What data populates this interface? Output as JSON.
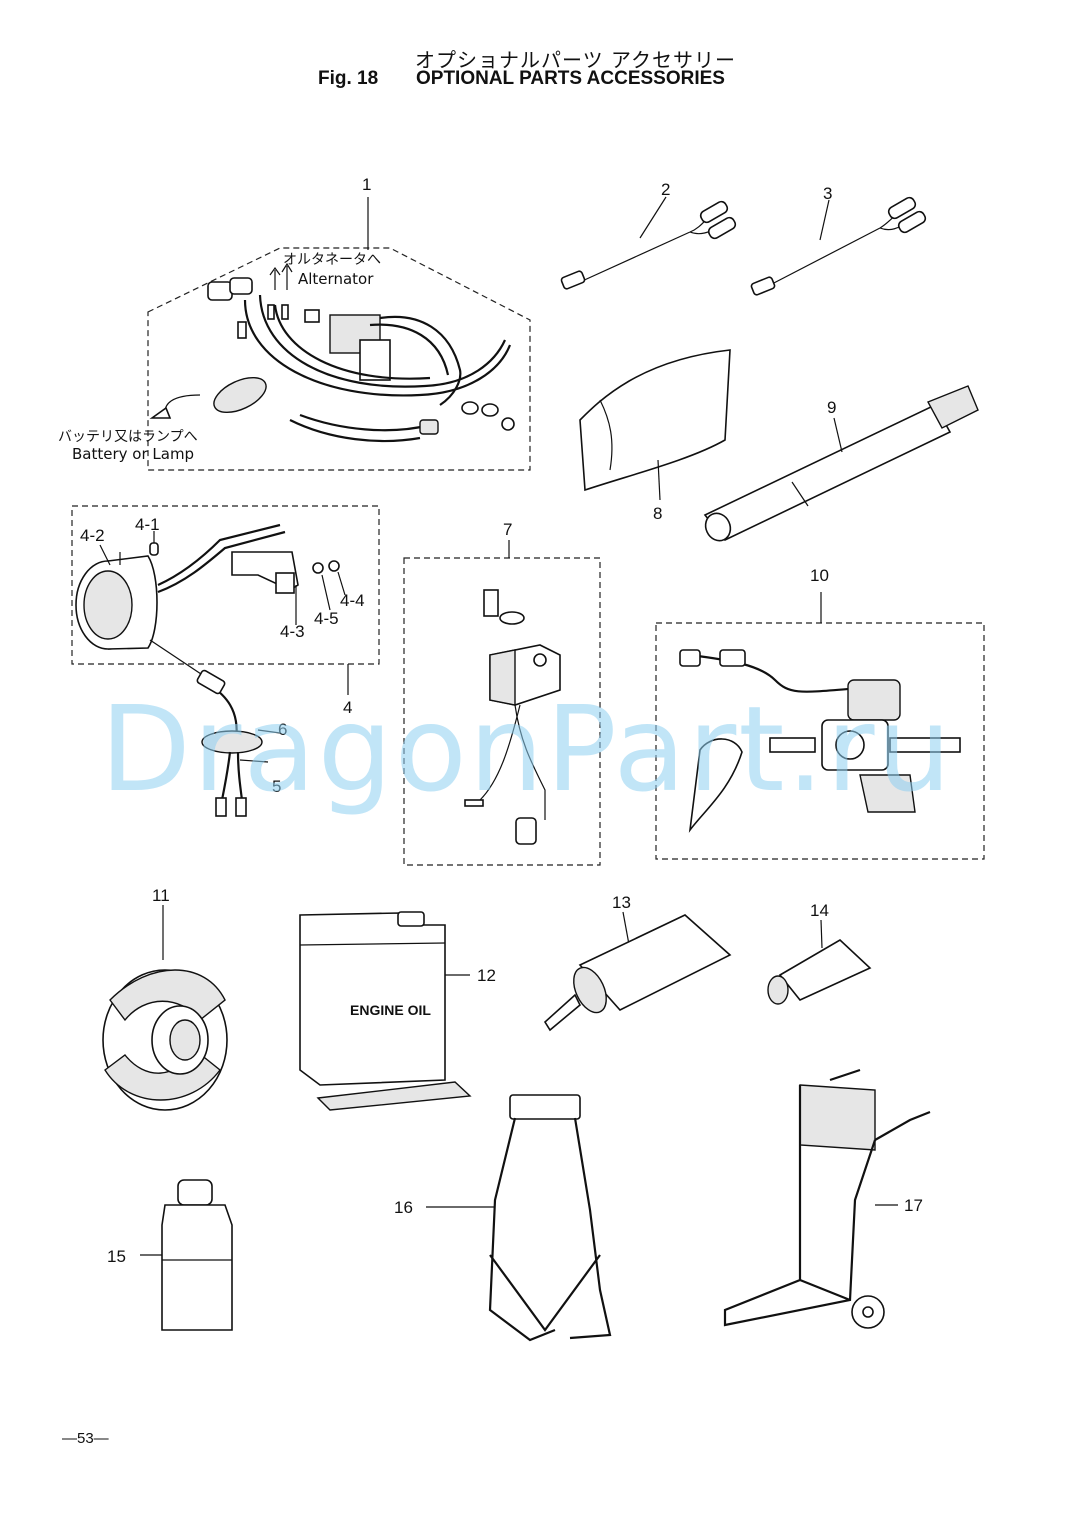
{
  "header": {
    "title_jp": "オプショナルパーツ アクセサリー",
    "fig_label": "Fig. 18",
    "title_en": "OPTIONAL PARTS ACCESSORIES"
  },
  "notes": {
    "alternator_jp": "オルタネータへ",
    "alternator_en": "Alternator",
    "battery_jp": "バッテリ又はランプへ",
    "battery_en": "Battery or Lamp"
  },
  "tank_label": "ENGINE OIL",
  "callouts": [
    "1",
    "2",
    "3",
    "4-1",
    "4-2",
    "4-3",
    "4-4",
    "4-5",
    "4",
    "5",
    "6",
    "7",
    "8",
    "9",
    "10",
    "11",
    "12",
    "13",
    "14",
    "15",
    "16",
    "17"
  ],
  "watermark": "DragonPart.ru",
  "page_number": "—53—"
}
